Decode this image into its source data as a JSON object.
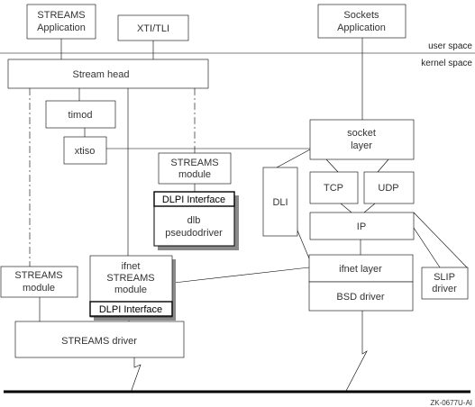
{
  "regions": {
    "user_space": "user space",
    "kernel_space": "kernel space"
  },
  "boxes": {
    "streams_app": [
      "STREAMS",
      "Application"
    ],
    "xti_tli": [
      "XTI/TLI"
    ],
    "sockets_app": [
      "Sockets",
      "Application"
    ],
    "stream_head": [
      "Stream head"
    ],
    "timod": [
      "timod"
    ],
    "xtiso": [
      "xtiso"
    ],
    "streams_module_mid": [
      "STREAMS",
      "module"
    ],
    "dlpi_interface_mid": [
      "DLPI Interface"
    ],
    "dlb_pseudodriver": [
      "dlb",
      "pseudodriver"
    ],
    "dli": [
      "DLI"
    ],
    "socket_layer": [
      "socket",
      "layer"
    ],
    "tcp": [
      "TCP"
    ],
    "udp": [
      "UDP"
    ],
    "ip": [
      "IP"
    ],
    "streams_module_left": [
      "STREAMS",
      "module"
    ],
    "ifnet_streams_module": [
      "ifnet",
      "STREAMS",
      "module"
    ],
    "dlpi_interface_low": [
      "DLPI Interface"
    ],
    "ifnet_layer": [
      "ifnet layer"
    ],
    "bsd_driver": [
      "BSD driver"
    ],
    "slip_driver": [
      "SLIP",
      "driver"
    ],
    "streams_driver": [
      "STREAMS driver"
    ]
  },
  "figure_id": "ZK-0677U-AI"
}
